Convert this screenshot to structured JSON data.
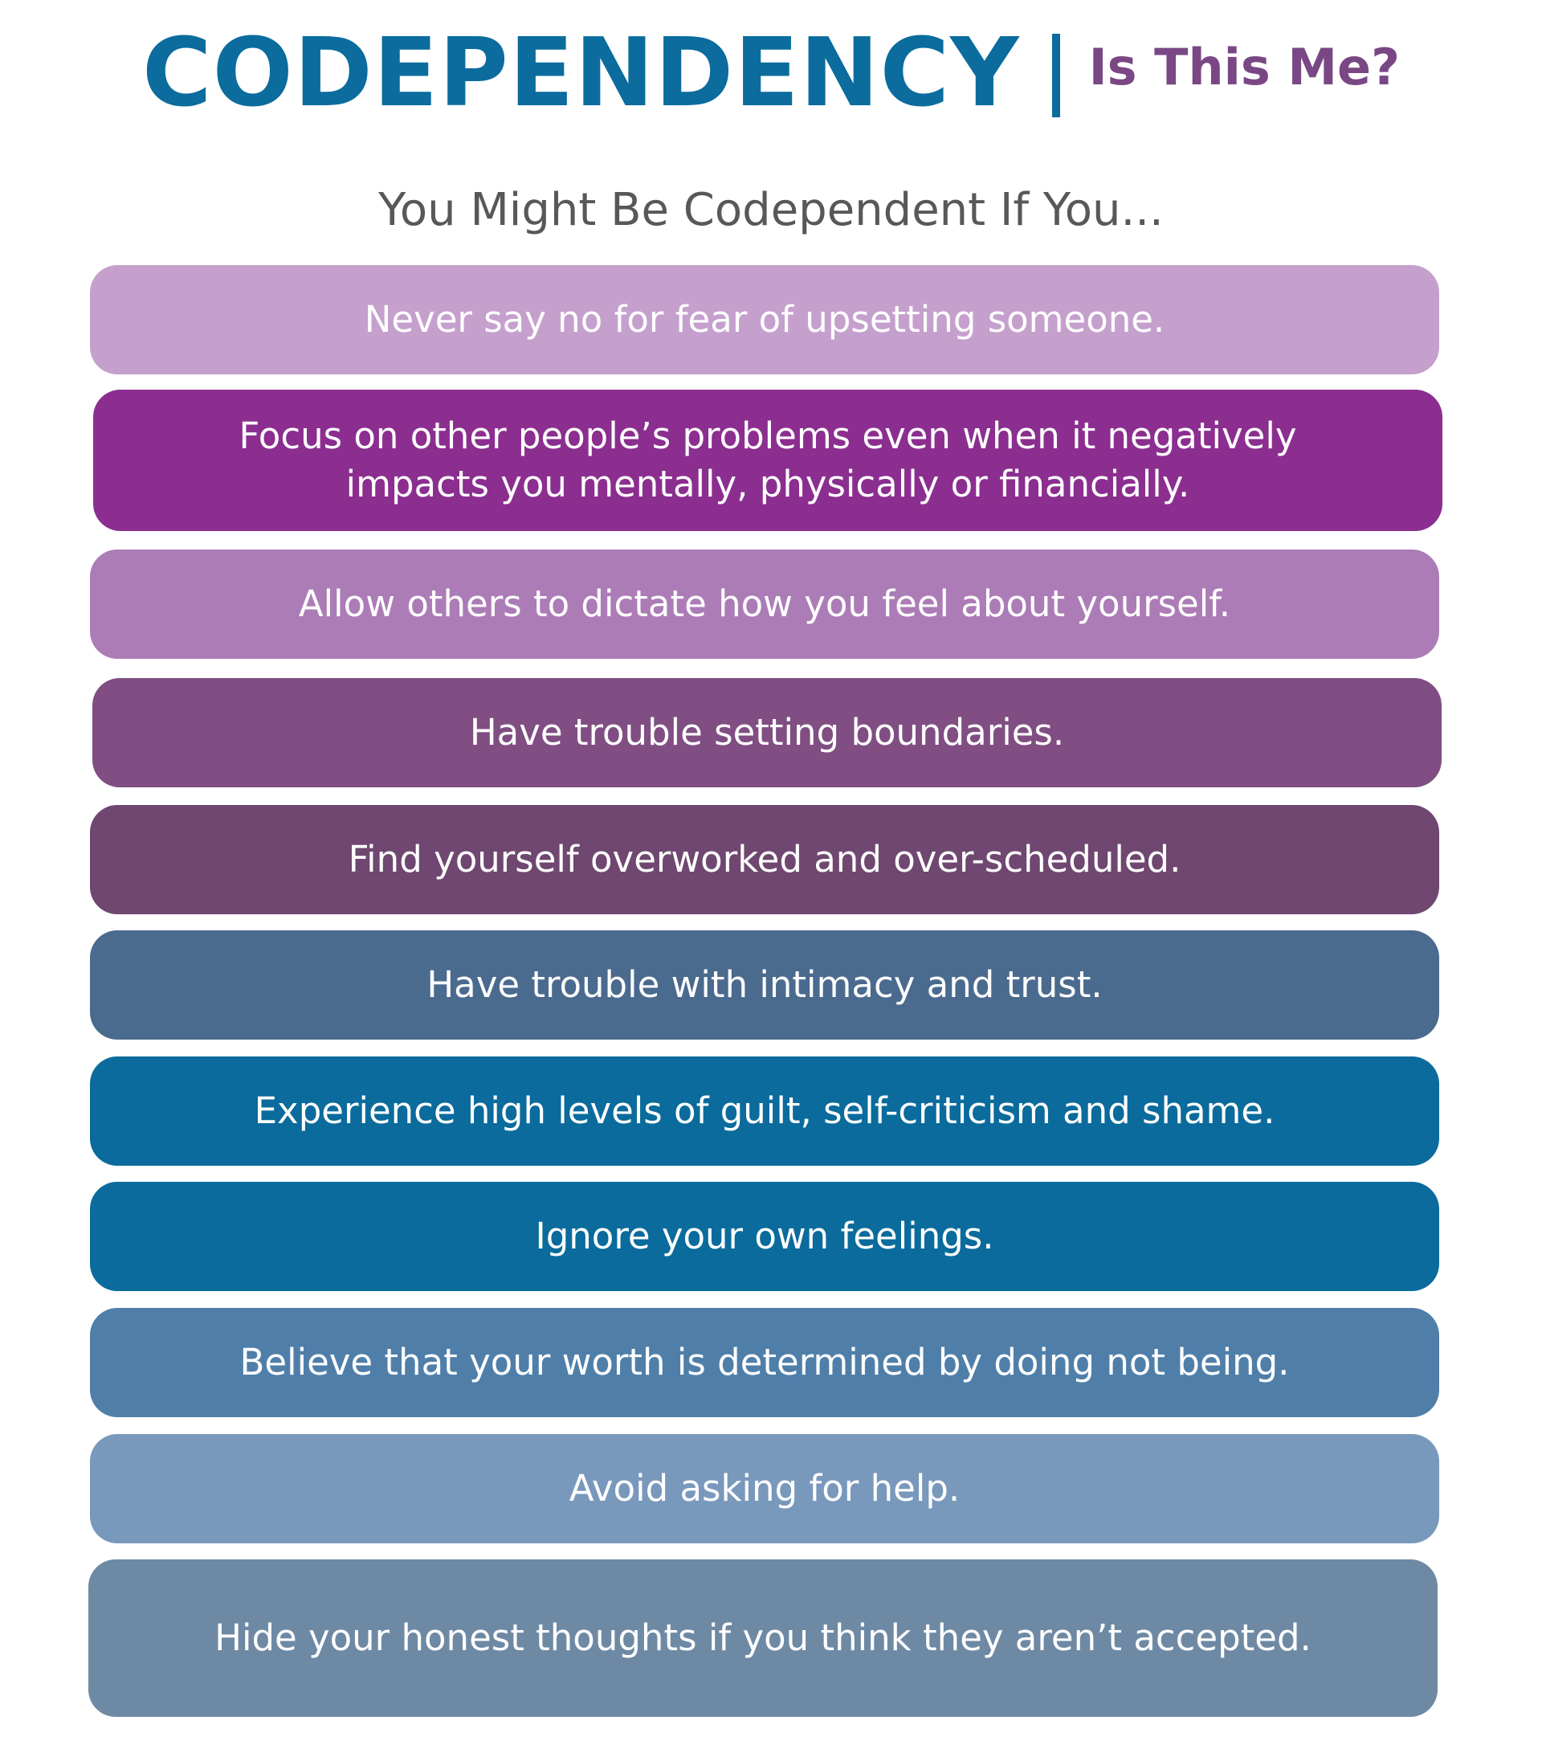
{
  "header": {
    "title": "CODEPENDENCY",
    "tagline": "Is This Me?",
    "title_color": "#0b6c9d",
    "tagline_color": "#7a4785"
  },
  "subtitle": "You Might Be Codependent If You...",
  "items": [
    {
      "text": "Never say no for fear of upsetting someone.",
      "color": "#c5a0cd"
    },
    {
      "text": "Focus on other people’s problems even when it negatively impacts you mentally, physically or financially.",
      "color": "#8b2e90"
    },
    {
      "text": "Allow others to dictate how you feel about yourself.",
      "color": "#ac7cb7"
    },
    {
      "text": "Have trouble setting boundaries.",
      "color": "#804e82"
    },
    {
      "text": "Find yourself overworked and over-scheduled.",
      "color": "#6f4770"
    },
    {
      "text": "Have trouble with intimacy and trust.",
      "color": "#4a6a8e"
    },
    {
      "text": "Experience high levels of guilt, self-criticism and shame.",
      "color": "#0a6b9c"
    },
    {
      "text": "Ignore your own feelings.",
      "color": "#0a6b9c"
    },
    {
      "text": "Believe that your worth is determined by doing not being.",
      "color": "#4f7fa9"
    },
    {
      "text": "Avoid asking for help.",
      "color": "#7898bc"
    },
    {
      "text": "Hide your honest thoughts if you think they aren’t accepted.",
      "color": "#6e89a4"
    }
  ]
}
